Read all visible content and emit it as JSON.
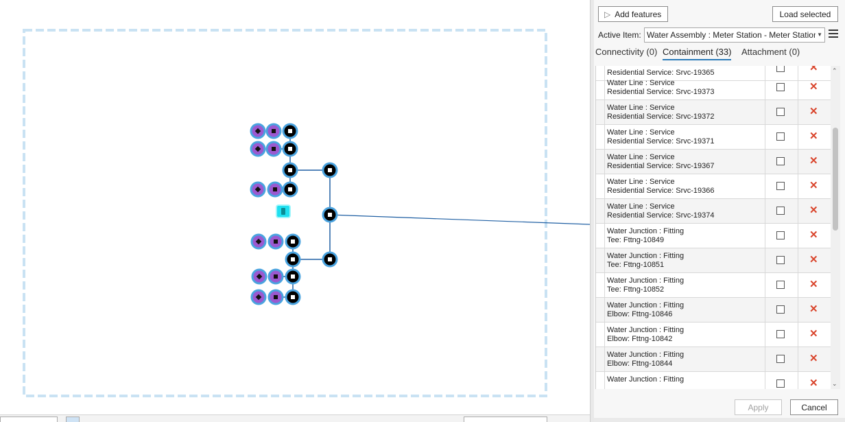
{
  "toolbar": {
    "add_features_label": "Add features",
    "load_selected_label": "Load selected"
  },
  "active_item": {
    "label": "Active Item:",
    "value": "Water Assembly : Meter Station - Meter Station"
  },
  "tabs": [
    {
      "label": "Connectivity (0)",
      "selected": false
    },
    {
      "label": "Containment (33)",
      "selected": true
    },
    {
      "label": "Attachment (0)",
      "selected": false
    }
  ],
  "rows": [
    {
      "line1": "",
      "line2": "Residential Service: Srvc-19365"
    },
    {
      "line1": "Water Line : Service",
      "line2": "Residential Service: Srvc-19373"
    },
    {
      "line1": "Water Line : Service",
      "line2": "Residential Service: Srvc-19372"
    },
    {
      "line1": "Water Line : Service",
      "line2": "Residential Service: Srvc-19371"
    },
    {
      "line1": "Water Line : Service",
      "line2": "Residential Service: Srvc-19367"
    },
    {
      "line1": "Water Line : Service",
      "line2": "Residential Service: Srvc-19366"
    },
    {
      "line1": "Water Line : Service",
      "line2": "Residential Service: Srvc-19374"
    },
    {
      "line1": "Water Junction : Fitting",
      "line2": "Tee: Fttng-10849"
    },
    {
      "line1": "Water Junction : Fitting",
      "line2": "Tee: Fttng-10851"
    },
    {
      "line1": "Water Junction : Fitting",
      "line2": "Tee: Fttng-10852"
    },
    {
      "line1": "Water Junction : Fitting",
      "line2": "Elbow: Fttng-10846"
    },
    {
      "line1": "Water Junction : Fitting",
      "line2": "Elbow: Fttng-10842"
    },
    {
      "line1": "Water Junction : Fitting",
      "line2": "Elbow: Fttng-10844"
    },
    {
      "line1": "Water Junction : Fitting",
      "line2": ""
    }
  ],
  "footer": {
    "apply_label": "Apply",
    "cancel_label": "Cancel"
  },
  "icons": {
    "delete": "close-x-icon",
    "menu": "hamburger-menu-icon",
    "add": "cursor-add-icon"
  },
  "colors": {
    "delete_x": "#d9442b",
    "tab_underline": "#2a7ab8",
    "node_ring": "#4aa3df",
    "assembly_border": "#c9e2f3",
    "selected_feature": "#1fe0f0",
    "connector_line": "#1f5fa3"
  }
}
